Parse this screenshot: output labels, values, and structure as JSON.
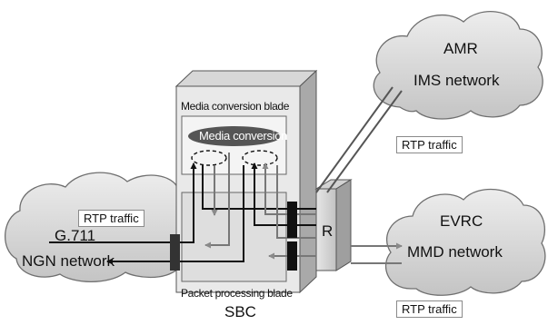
{
  "diagram": {
    "sbc_label": "SBC",
    "router_label": "R",
    "media_blade_label": "Media conversion blade",
    "media_conversion_label": "Media conversion",
    "packet_blade_label": "Packet processing blade",
    "ngn": {
      "codec": "G.711",
      "name": "NGN network",
      "traffic": "RTP traffic"
    },
    "ims": {
      "codec": "AMR",
      "name": "IMS network",
      "traffic": "RTP traffic"
    },
    "mmd": {
      "codec": "EVRC",
      "name": "MMD network",
      "traffic": "RTP traffic"
    }
  }
}
